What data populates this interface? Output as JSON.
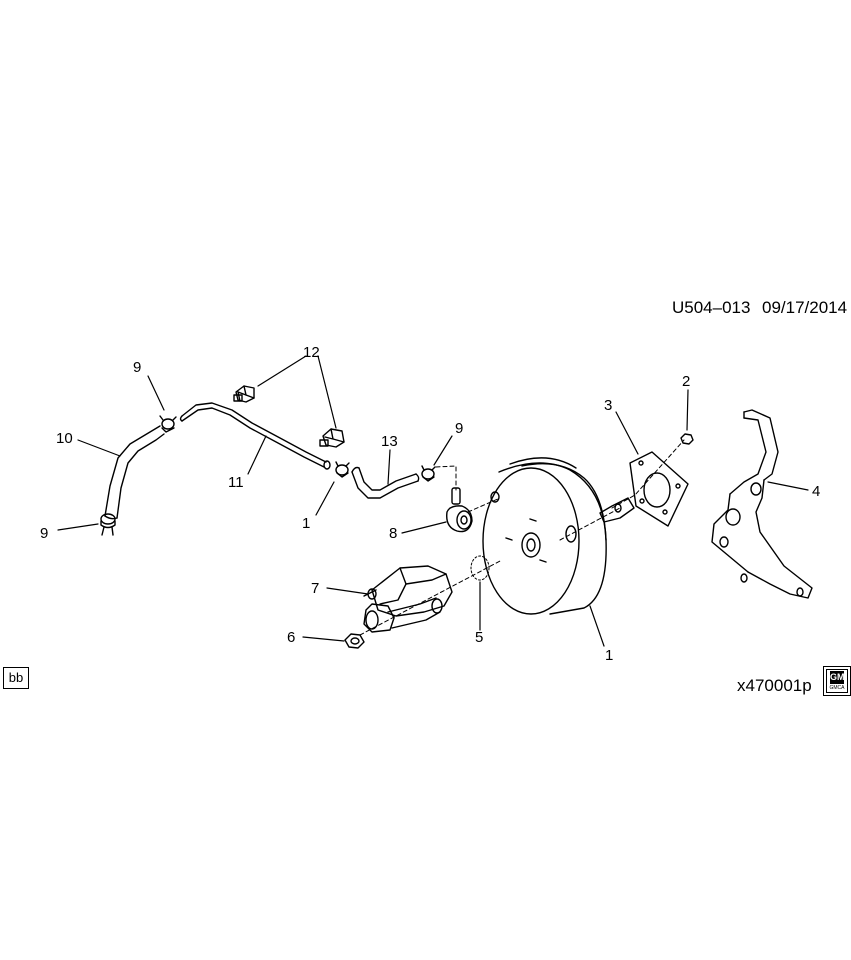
{
  "header": {
    "doc_id": "U504–013",
    "date": "09/17/2014"
  },
  "footer": {
    "badge": "bb",
    "figure_id": "x470001p",
    "logo_text": "GM",
    "logo_subtext": "GMCA"
  },
  "callouts": {
    "c1_booster": "1",
    "c1_hose": "1",
    "c2": "2",
    "c3": "3",
    "c4": "4",
    "c5": "5",
    "c6": "6",
    "c7": "7",
    "c8": "8",
    "c9_top": "9",
    "c9_bottom": "9",
    "c9_right": "9",
    "c10": "10",
    "c11": "11",
    "c12": "12",
    "c13": "13"
  }
}
